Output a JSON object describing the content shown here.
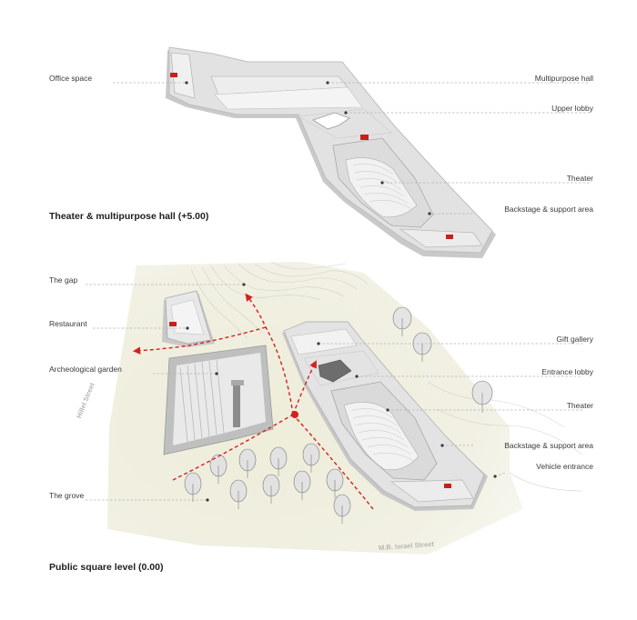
{
  "upper_plan": {
    "title": "Theater & multipurpose hall (+5.00)",
    "labels": {
      "office_space": "Office space",
      "multipurpose_hall": "Multipurpose hall",
      "upper_lobby": "Upper lobby",
      "theater": "Theater",
      "backstage": "Backstage & support area"
    }
  },
  "lower_plan": {
    "title": "Public square  level (0.00)",
    "labels": {
      "the_gap": "The gap",
      "restaurant": "Restaurant",
      "archeological_garden": "Archeological garden",
      "the_grove": "The grove",
      "gift_gallery": "Gift gallery",
      "entrance_lobby": "Entrance lobby",
      "theater": "Theater",
      "backstage": "Backstage & support area",
      "vehicle_entrance": "Vehicle entrance"
    },
    "streets": {
      "hillel": "Hillel Street",
      "israel": "M.B. Israel Street"
    }
  },
  "colors": {
    "ground": "#ecebdb",
    "wall": "#d9d9d9",
    "floor": "#efefef",
    "circulation_arrow": "#d42020",
    "leader_line": "#b5b5b5"
  }
}
